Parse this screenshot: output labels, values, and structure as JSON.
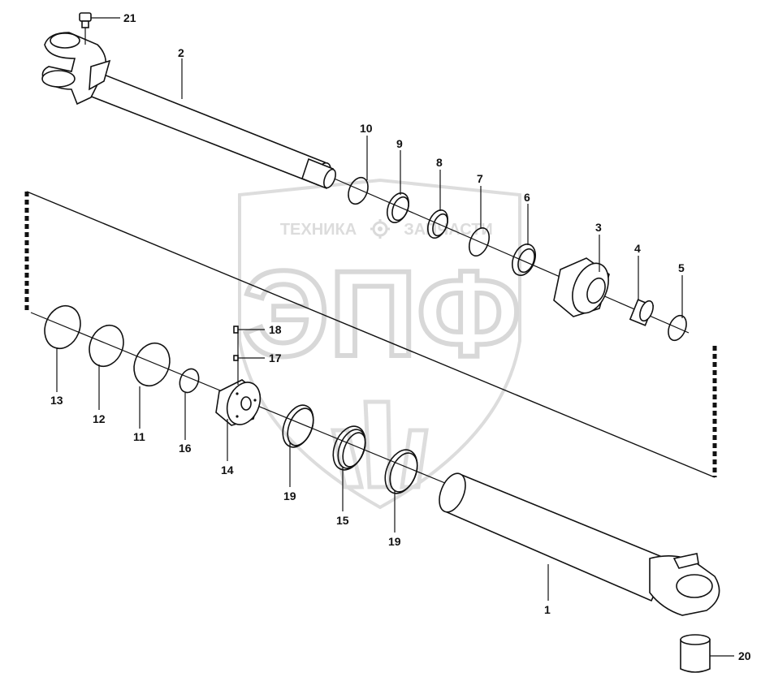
{
  "watermark": {
    "line1_left": "ТЕХНИКА",
    "line1_right": "ЗАПЧАСТИ",
    "big": "ЭПФ",
    "gear_icon": "gear-icon",
    "color": "#d6d6d6"
  },
  "callouts": [
    {
      "id": "c21",
      "label": "21"
    },
    {
      "id": "c2",
      "label": "2"
    },
    {
      "id": "c10",
      "label": "10"
    },
    {
      "id": "c9",
      "label": "9"
    },
    {
      "id": "c8",
      "label": "8"
    },
    {
      "id": "c7",
      "label": "7"
    },
    {
      "id": "c6",
      "label": "6"
    },
    {
      "id": "c3",
      "label": "3"
    },
    {
      "id": "c4",
      "label": "4"
    },
    {
      "id": "c5",
      "label": "5"
    },
    {
      "id": "c18",
      "label": "18"
    },
    {
      "id": "c17",
      "label": "17"
    },
    {
      "id": "c13",
      "label": "13"
    },
    {
      "id": "c12",
      "label": "12"
    },
    {
      "id": "c11",
      "label": "11"
    },
    {
      "id": "c16",
      "label": "16"
    },
    {
      "id": "c14",
      "label": "14"
    },
    {
      "id": "c19a",
      "label": "19"
    },
    {
      "id": "c15",
      "label": "15"
    },
    {
      "id": "c19b",
      "label": "19"
    },
    {
      "id": "c1",
      "label": "1"
    },
    {
      "id": "c20",
      "label": "20"
    }
  ]
}
